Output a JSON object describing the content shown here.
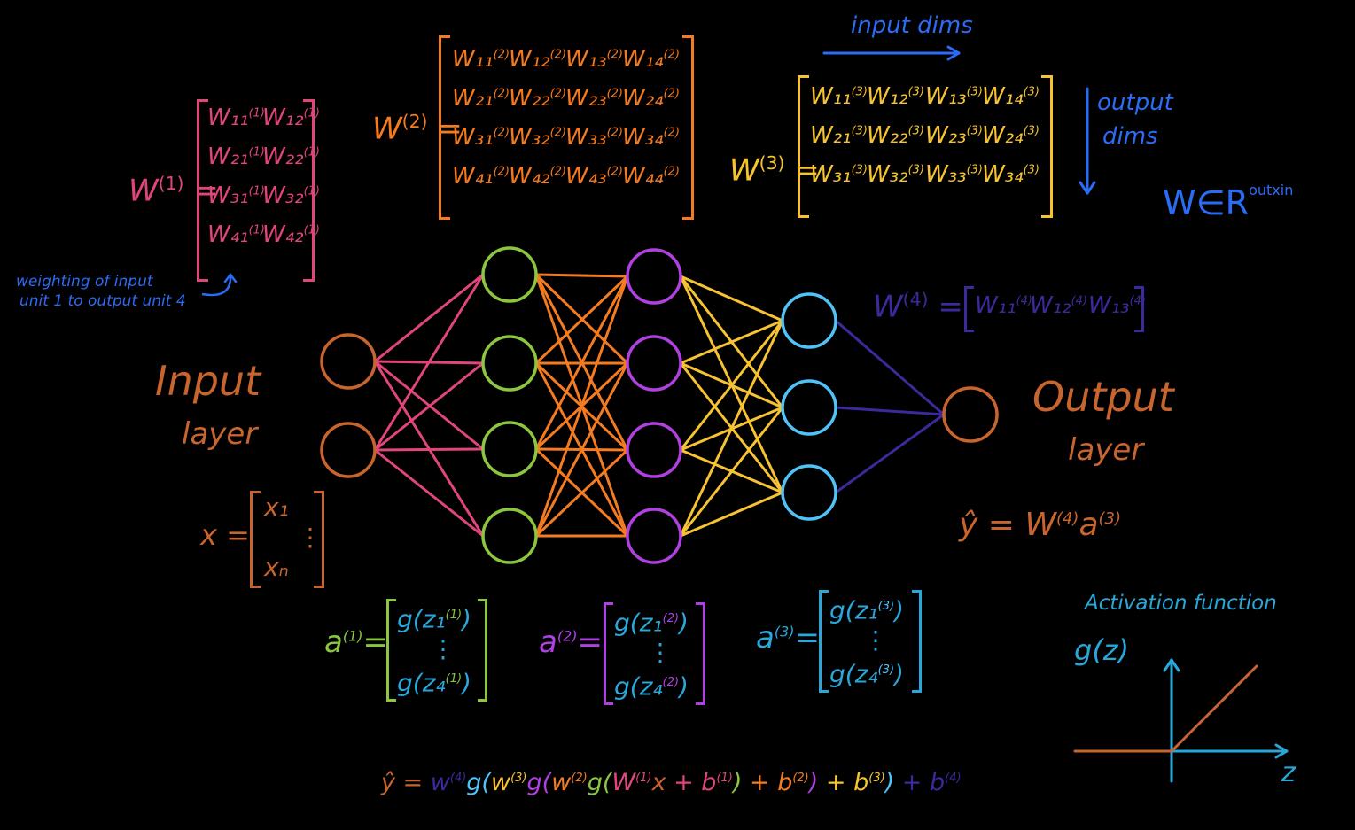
{
  "colors": {
    "input": "#c8642d",
    "w1": "#e0457b",
    "layer1": "#8cc63f",
    "w2": "#f47b20",
    "layer2": "#b040e0",
    "w3": "#f7c331",
    "layer3": "#4fc3f7",
    "w4": "#3a2a9c",
    "output": "#c8642d",
    "blue": "#2a6cf6",
    "axis": "#29a7d8",
    "relu": "#c8642d"
  },
  "labels": {
    "input_dims": "input dims",
    "output_dims_1": "output",
    "output_dims_2": "dims",
    "w_in_r": "W∈R",
    "w_in_r_sup": "outxin",
    "weighting_note_1": "weighting of input",
    "weighting_note_2": "unit 1 to output unit 4",
    "input_layer_1": "Input",
    "input_layer_2": "layer",
    "output_layer_1": "Output",
    "output_layer_2": "layer",
    "activation_title": "Activation function",
    "g_of_z": "g(z)",
    "z_axis": "z"
  },
  "equations": {
    "w1_name": "W",
    "w1_sup": "(1)",
    "w1_rows": [
      [
        "W₁₁",
        "W₁₂"
      ],
      [
        "W₂₁",
        "W₂₂"
      ],
      [
        "W₃₁",
        "W₃₂"
      ],
      [
        "W₄₁",
        "W₄₂"
      ]
    ],
    "w2_name": "W",
    "w2_sup": "(2)",
    "w2_rows": [
      [
        "W₁₁",
        "W₁₂",
        "W₁₃",
        "W₁₄"
      ],
      [
        "W₂₁",
        "W₂₂",
        "W₂₃",
        "W₂₄"
      ],
      [
        "W₃₁",
        "W₃₂",
        "W₃₃",
        "W₃₄"
      ],
      [
        "W₄₁",
        "W₄₂",
        "W₄₃",
        "W₄₄"
      ]
    ],
    "w3_name": "W",
    "w3_sup": "(3)",
    "w3_rows": [
      [
        "W₁₁",
        "W₁₂",
        "W₁₃",
        "W₁₄"
      ],
      [
        "W₂₁",
        "W₂₂",
        "W₂₃",
        "W₂₄"
      ],
      [
        "W₃₁",
        "W₃₂",
        "W₃₃",
        "W₃₄"
      ]
    ],
    "w4_name": "W",
    "w4_sup": "(4)",
    "w4_row": [
      "W₁₁",
      "W₁₂",
      "W₁₃"
    ],
    "x_name": "x",
    "x_rows": [
      "x₁",
      "⋮",
      "xₙ"
    ],
    "a1_name": "a",
    "a1_sup": "(1)",
    "a1_rows": [
      "g(z₁",
      "⋮",
      "g(z₄"
    ],
    "a2_name": "a",
    "a2_sup": "(2)",
    "a2_rows": [
      "g(z₁",
      "⋮",
      "g(z₄"
    ],
    "a3_name": "a",
    "a3_sup": "(3)",
    "a3_rows": [
      "g(z₁",
      "⋮",
      "g(z₄"
    ],
    "yhat_short": "ŷ = W",
    "yhat_short_sup": "(4)",
    "yhat_short_tail": "a",
    "yhat_short_tail_sup": "(3)",
    "yhat_full": [
      {
        "t": "ŷ = ",
        "c": "output"
      },
      {
        "t": "w",
        "c": "w4"
      },
      {
        "t": "(4)",
        "c": "w4",
        "sup": true
      },
      {
        "t": "g(",
        "c": "layer3"
      },
      {
        "t": "w",
        "c": "w3"
      },
      {
        "t": "(3)",
        "c": "w3",
        "sup": true
      },
      {
        "t": "g(",
        "c": "layer2"
      },
      {
        "t": "w",
        "c": "w2"
      },
      {
        "t": "(2)",
        "c": "w2",
        "sup": true
      },
      {
        "t": "g(",
        "c": "layer1"
      },
      {
        "t": "W",
        "c": "w1"
      },
      {
        "t": "(1)",
        "c": "w1",
        "sup": true
      },
      {
        "t": "x",
        "c": "input"
      },
      {
        "t": " + ",
        "c": "w1"
      },
      {
        "t": "b",
        "c": "w1"
      },
      {
        "t": "(1)",
        "c": "w1",
        "sup": true
      },
      {
        "t": ")",
        "c": "layer1"
      },
      {
        "t": " + ",
        "c": "w2"
      },
      {
        "t": "b",
        "c": "w2"
      },
      {
        "t": "(2)",
        "c": "w2",
        "sup": true
      },
      {
        "t": ")",
        "c": "layer2"
      },
      {
        "t": " + ",
        "c": "w3"
      },
      {
        "t": "b",
        "c": "w3"
      },
      {
        "t": "(3)",
        "c": "w3",
        "sup": true
      },
      {
        "t": ")",
        "c": "layer3"
      },
      {
        "t": " + ",
        "c": "w4"
      },
      {
        "t": "b",
        "c": "w4"
      },
      {
        "t": "(4)",
        "c": "w4",
        "sup": true
      }
    ]
  },
  "network": {
    "layers": [
      {
        "name": "input",
        "count": 2,
        "color_key": "input"
      },
      {
        "name": "hidden1",
        "count": 4,
        "color_key": "layer1"
      },
      {
        "name": "hidden2",
        "count": 4,
        "color_key": "layer2"
      },
      {
        "name": "hidden3",
        "count": 3,
        "color_key": "layer3"
      },
      {
        "name": "output",
        "count": 1,
        "color_key": "output"
      }
    ],
    "edge_color_keys": [
      "w1",
      "w2",
      "w3",
      "w4"
    ]
  }
}
